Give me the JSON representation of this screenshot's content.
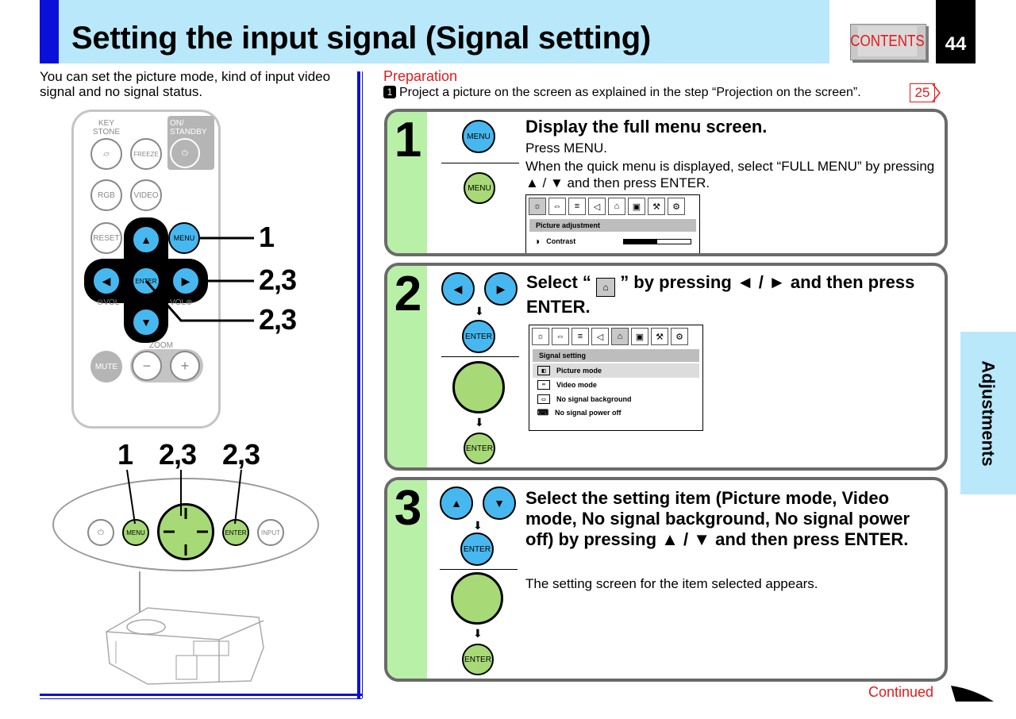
{
  "header": {
    "title": "Setting the input signal (Signal setting)",
    "contents_label": "CONTENTS",
    "page_number": "44"
  },
  "side_tab": {
    "label": "Adjustments"
  },
  "intro": "You can set the picture mode, kind of input video signal and no signal status.",
  "remote": {
    "keystone": "KEY STONE",
    "on_standby": "ON/ STANDBY",
    "freeze": "FREEZE",
    "rgb": "RGB",
    "video": "VIDEO",
    "reset": "RESET",
    "menu": "MENU",
    "enter": "ENTER",
    "vol_minus": "VOL",
    "vol_plus": "VOL",
    "zoom": "ZOOM",
    "mute": "MUTE",
    "callout_1": "1",
    "callout_2": "2,3",
    "callout_3": "2,3"
  },
  "panel": {
    "callout_1": "1",
    "callout_2": "2,3",
    "callout_3": "2,3",
    "menu": "MENU",
    "enter": "ENTER",
    "input": "INPUT"
  },
  "preparation": {
    "title": "Preparation",
    "badge": "1",
    "text": "Project a picture on the screen as explained in the step “Projection on the screen”.",
    "ref": "25"
  },
  "steps": [
    {
      "number": "1",
      "heading": "Display the full menu screen.",
      "line1": "Press MENU.",
      "line2": "When the quick menu is displayed, select “FULL MENU” by pressing ▲ / ▼ and then press ENTER.",
      "btn_top": "MENU",
      "btn_bottom": "MENU",
      "screen_label": "Picture adjustment",
      "screen_item": "Contrast"
    },
    {
      "number": "2",
      "heading_pre": "Select “",
      "heading_post": "” by pressing ◄ / ► and then press ENTER.",
      "btn_enter": "ENTER",
      "btn_enter2": "ENTER",
      "screen_label": "Signal setting",
      "items": [
        "Picture mode",
        "Video mode",
        "No signal background",
        "No signal power off"
      ]
    },
    {
      "number": "3",
      "heading": "Select the setting item (Picture mode, Video mode, No signal background, No signal power off) by pressing ▲ / ▼ and then press ENTER.",
      "line1": "The setting screen for the item selected appears.",
      "btn_enter": "ENTER",
      "btn_enter2": "ENTER"
    }
  ],
  "footer": {
    "continued": "Continued"
  },
  "colors": {
    "accent_blue": "#0a10d8",
    "header_bg": "#b9e8fb",
    "step_green": "#b9f0a8",
    "button_blue": "#47b8ef",
    "button_green": "#a7d977",
    "red": "#e21b1b"
  }
}
